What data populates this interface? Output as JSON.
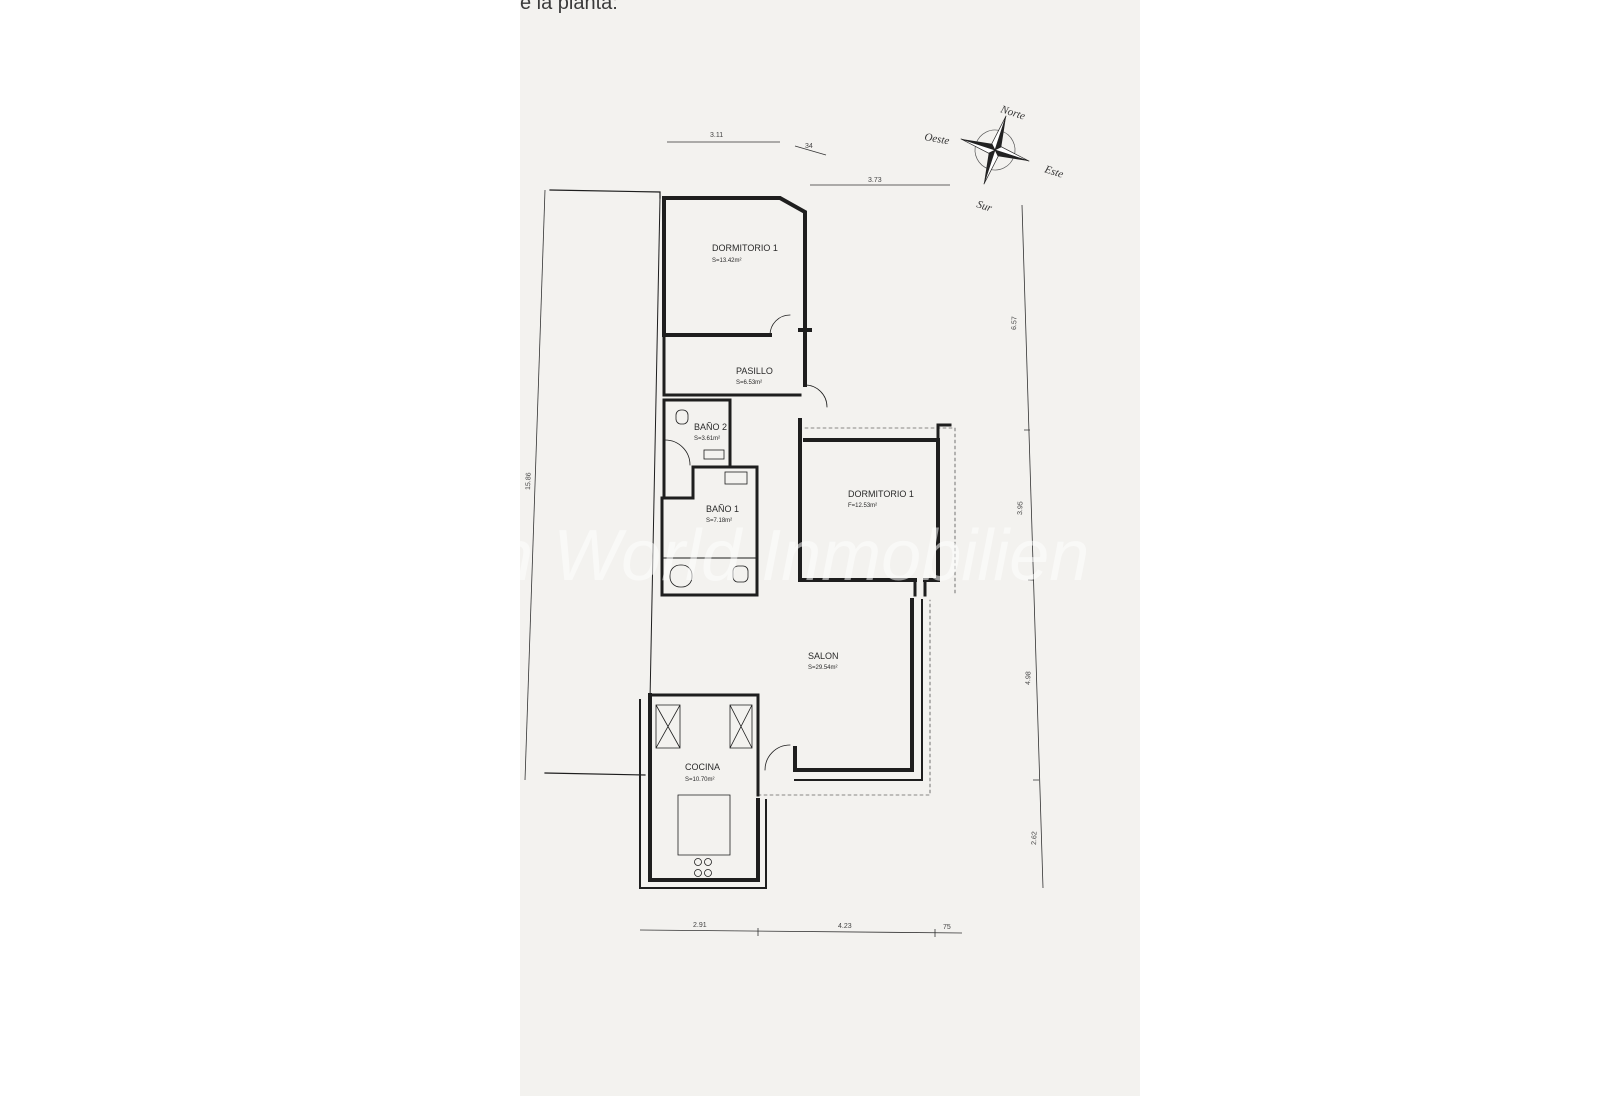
{
  "caption": "e la planta:",
  "watermark": "Sun World Inmobilien",
  "compass": {
    "north": "Norte",
    "west": "Oeste",
    "east": "Este",
    "south": "Sur"
  },
  "rooms": {
    "dormitorio_top": {
      "name": "DORMITORIO 1",
      "area": "S=13.42m²"
    },
    "pasillo": {
      "name": "PASILLO",
      "area": "S=6.53m²"
    },
    "bano2": {
      "name": "BAÑO 2",
      "area": "S=3.61m²"
    },
    "bano1": {
      "name": "BAÑO 1",
      "area": "S=7.18m²"
    },
    "dormitorio_right": {
      "name": "DORMITORIO 1",
      "area": "F=12.53m²"
    },
    "salon": {
      "name": "SALON",
      "area": "S=29.54m²"
    },
    "cocina": {
      "name": "COCINA",
      "area": "S=10.70m²"
    }
  },
  "dimensions": {
    "top1": "3.11",
    "top2": "34",
    "top3": "3.73",
    "left_total": "15.86",
    "right1": "6.57",
    "right2": "3.95",
    "right3": "4.98",
    "right4": "2.62",
    "bottom1": "2.91",
    "bottom2": "4.23",
    "bottom3": "75"
  }
}
